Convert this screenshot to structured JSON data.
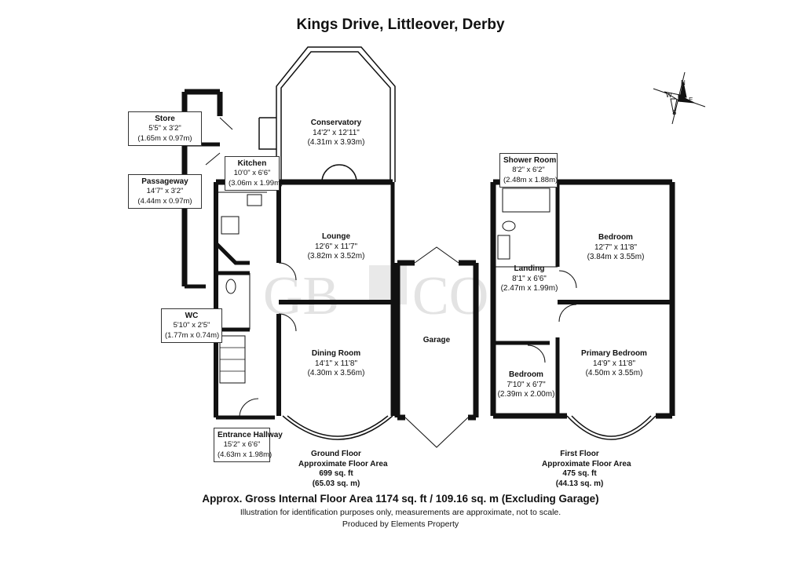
{
  "title": "Kings Drive, Littleover, Derby",
  "watermark": "GB CO",
  "rooms": {
    "store": {
      "name": "Store",
      "imperial": "5'5\" x 3'2\"",
      "metric": "(1.65m x 0.97m)"
    },
    "passageway": {
      "name": "Passageway",
      "imperial": "14'7\" x 3'2\"",
      "metric": "(4.44m x 0.97m)"
    },
    "kitchen": {
      "name": "Kitchen",
      "imperial": "10'0\" x 6'6\"",
      "metric": "(3.06m x 1.99m)"
    },
    "conservatory": {
      "name": "Conservatory",
      "imperial": "14'2\" x 12'11\"",
      "metric": "(4.31m x 3.93m)"
    },
    "lounge": {
      "name": "Lounge",
      "imperial": "12'6\" x 11'7\"",
      "metric": "(3.82m x 3.52m)"
    },
    "wc": {
      "name": "WC",
      "imperial": "5'10\" x 2'5\"",
      "metric": "(1.77m x 0.74m)"
    },
    "dining": {
      "name": "Dining Room",
      "imperial": "14'1\" x 11'8\"",
      "metric": "(4.30m x 3.56m)"
    },
    "garage": {
      "name": "Garage"
    },
    "hallway": {
      "name": "Entrance Hallway",
      "imperial": "15'2\" x 6'6\"",
      "metric": "(4.63m x 1.98m)"
    },
    "shower": {
      "name": "Shower Room",
      "imperial": "8'2\" x 6'2\"",
      "metric": "(2.48m x 1.88m)"
    },
    "bedroom": {
      "name": "Bedroom",
      "imperial": "12'7\" x 11'8\"",
      "metric": "(3.84m x 3.55m)"
    },
    "landing": {
      "name": "Landing",
      "imperial": "8'1\" x 6'6\"",
      "metric": "(2.47m x 1.99m)"
    },
    "primary": {
      "name": "Primary Bedroom",
      "imperial": "14'9\" x 11'8\"",
      "metric": "(4.50m x 3.55m)"
    },
    "bedroom2": {
      "name": "Bedroom",
      "imperial": "7'10\" x 6'7\"",
      "metric": "(2.39m x 2.00m)"
    }
  },
  "ground_floor": {
    "label": "Ground Floor",
    "sub": "Approximate Floor Area",
    "sqft": "699 sq. ft",
    "sqm": "(65.03 sq. m)"
  },
  "first_floor": {
    "label": "First Floor",
    "sub": "Approximate Floor Area",
    "sqft": "475 sq. ft",
    "sqm": "(44.13 sq. m)"
  },
  "footer": {
    "gross": "Approx. Gross Internal Floor Area 1174 sq. ft / 109.16 sq. m (Excluding Garage)",
    "disclaimer": "Illustration for identification purposes only, measurements are approximate, not to scale.",
    "produced": "Produced by Elements Property"
  },
  "compass": {
    "n": "N",
    "e": "E",
    "s": "S",
    "w": "W"
  }
}
